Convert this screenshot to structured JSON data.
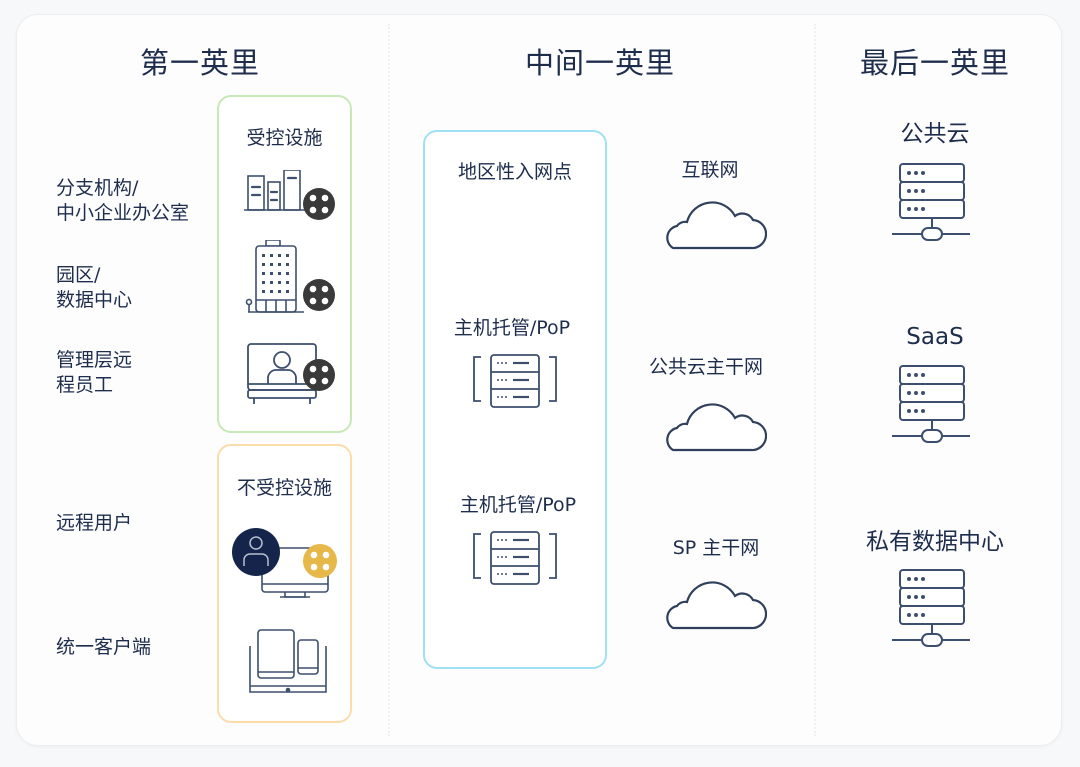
{
  "columns": {
    "first_mile": {
      "title": "第一英里",
      "row_labels": [
        {
          "line1": "分支机构/",
          "line2": "中小企业办公室"
        },
        {
          "line1": "园区/",
          "line2": "数据中心"
        },
        {
          "line1": "管理层远",
          "line2": "程员工"
        },
        {
          "line1": "远程用户",
          "line2": ""
        },
        {
          "line1": "统一客户端",
          "line2": ""
        }
      ],
      "managed_box": {
        "title": "受控设施",
        "icons": [
          "branch-office-icon",
          "campus-building-icon",
          "executive-remote-icon"
        ]
      },
      "unmanaged_box": {
        "title": "不受控设施",
        "icons": [
          "remote-user-icon",
          "unified-client-devices-icon"
        ]
      }
    },
    "middle_mile": {
      "title": "中间一英里",
      "pop_box": {
        "items": [
          {
            "label": "地区性入网点"
          },
          {
            "label": "主机托管/PoP"
          },
          {
            "label": "主机托管/PoP"
          }
        ]
      },
      "networks": [
        {
          "label": "互联网",
          "icon": "cloud-icon"
        },
        {
          "label": "公共云主干网",
          "icon": "cloud-icon"
        },
        {
          "label": "SP 主干网",
          "icon": "cloud-icon"
        }
      ]
    },
    "last_mile": {
      "title": "最后一英里",
      "items": [
        {
          "label": "公共云",
          "icon": "server-network-icon"
        },
        {
          "label": "SaaS",
          "icon": "server-network-icon"
        },
        {
          "label": "私有数据中心",
          "icon": "server-network-icon"
        }
      ]
    }
  },
  "colors": {
    "text": "#1f2d4d",
    "icon_stroke": "#3d4f6e",
    "managed_border": "#c8e8b8",
    "unmanaged_border": "#fbdcaa",
    "pop_border": "#9fe0f4",
    "badge_dark": "#3a3a3a",
    "badge_gold": "#e6b84a",
    "user_badge_navy": "#15244a"
  }
}
